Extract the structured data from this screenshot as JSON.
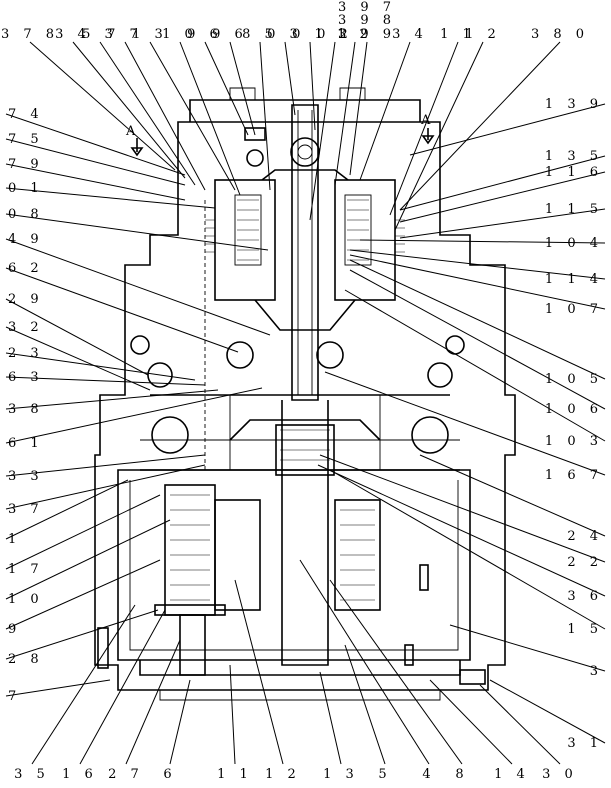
{
  "labels": {
    "top": [
      "3 7 8",
      "3 4",
      "5 3",
      "7 7",
      "1 3",
      "1 0",
      "9 6",
      "9 6",
      "8 5",
      "0 3",
      "0 1",
      "0 2",
      "1 2",
      "3 9 7",
      "3 9 8",
      "3 9 9",
      "3 4",
      "1 1",
      "1 2",
      "3 8 0"
    ],
    "left": [
      "7 4",
      "7 5",
      "7 9",
      "0 1",
      "0 8",
      "4 9",
      "6 2",
      "2 9",
      "3 2",
      "2 3",
      "6 3",
      "3 8",
      "6 1",
      "3 3",
      "3 7",
      "1",
      "1 7",
      "1 0",
      "9",
      "2 8",
      "7"
    ],
    "right": [
      "1 3 9",
      "1 3 5",
      "1 1 6",
      "1 1 5",
      "1 0 4",
      "1 1 4",
      "1 0 7",
      "1 0 5",
      "1 0 6",
      "1 0 3",
      "1 6 7",
      "2 4",
      "2 2",
      "3 6",
      "1 5",
      "3",
      "3 1"
    ],
    "bottom": [
      "3 5",
      "1 6",
      "2 7",
      "6",
      "1 1",
      "1 2",
      "1 3",
      "5",
      "4",
      "8",
      "1 4",
      "3 0"
    ],
    "section_left": "A",
    "section_right": "A"
  }
}
